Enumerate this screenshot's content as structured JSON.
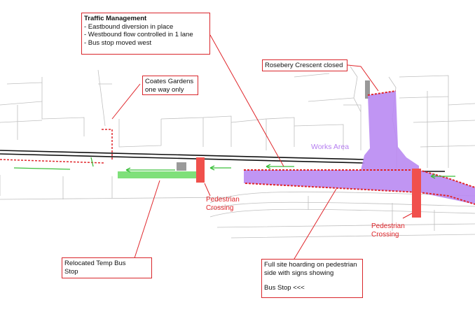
{
  "callouts": {
    "traffic_management": {
      "title": "Traffic Management",
      "lines": [
        "- Eastbound diversion in place",
        "- Westbound flow controlled in 1 lane",
        "- Bus stop moved west"
      ]
    },
    "coates_gardens": {
      "lines": [
        "Coates Gardens",
        "one way only"
      ]
    },
    "rosebery": {
      "text": "Rosebery Crescent closed"
    },
    "relocated_bus_stop": {
      "lines": [
        "Relocated Temp Bus",
        "Stop"
      ]
    },
    "hoarding": {
      "lines": [
        "Full site hoarding on pedestrian",
        "side with signs showing"
      ],
      "bus_stop": "Bus Stop <<<"
    }
  },
  "labels": {
    "works_area": "Works Area",
    "pedestrian_crossing_left": [
      "Pedestrian",
      "Crossing"
    ],
    "pedestrian_crossing_right": [
      "Pedestrian",
      "Crossing"
    ]
  },
  "colors": {
    "red": "#e0262b",
    "works": "#b98af2",
    "bus_stop": "#7fe07a",
    "crossing": "#f0504c",
    "arrow": "#3bbf3b"
  }
}
